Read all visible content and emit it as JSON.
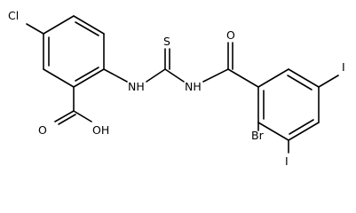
{
  "structure": {
    "atoms": {
      "cl": "Cl",
      "oh": "OH",
      "o_acid": "O",
      "nh_left": "NH",
      "s": "S",
      "nh_right": "NH",
      "o_amide": "O",
      "br": "Br",
      "i_top": "I",
      "i_bottom": "I"
    }
  }
}
